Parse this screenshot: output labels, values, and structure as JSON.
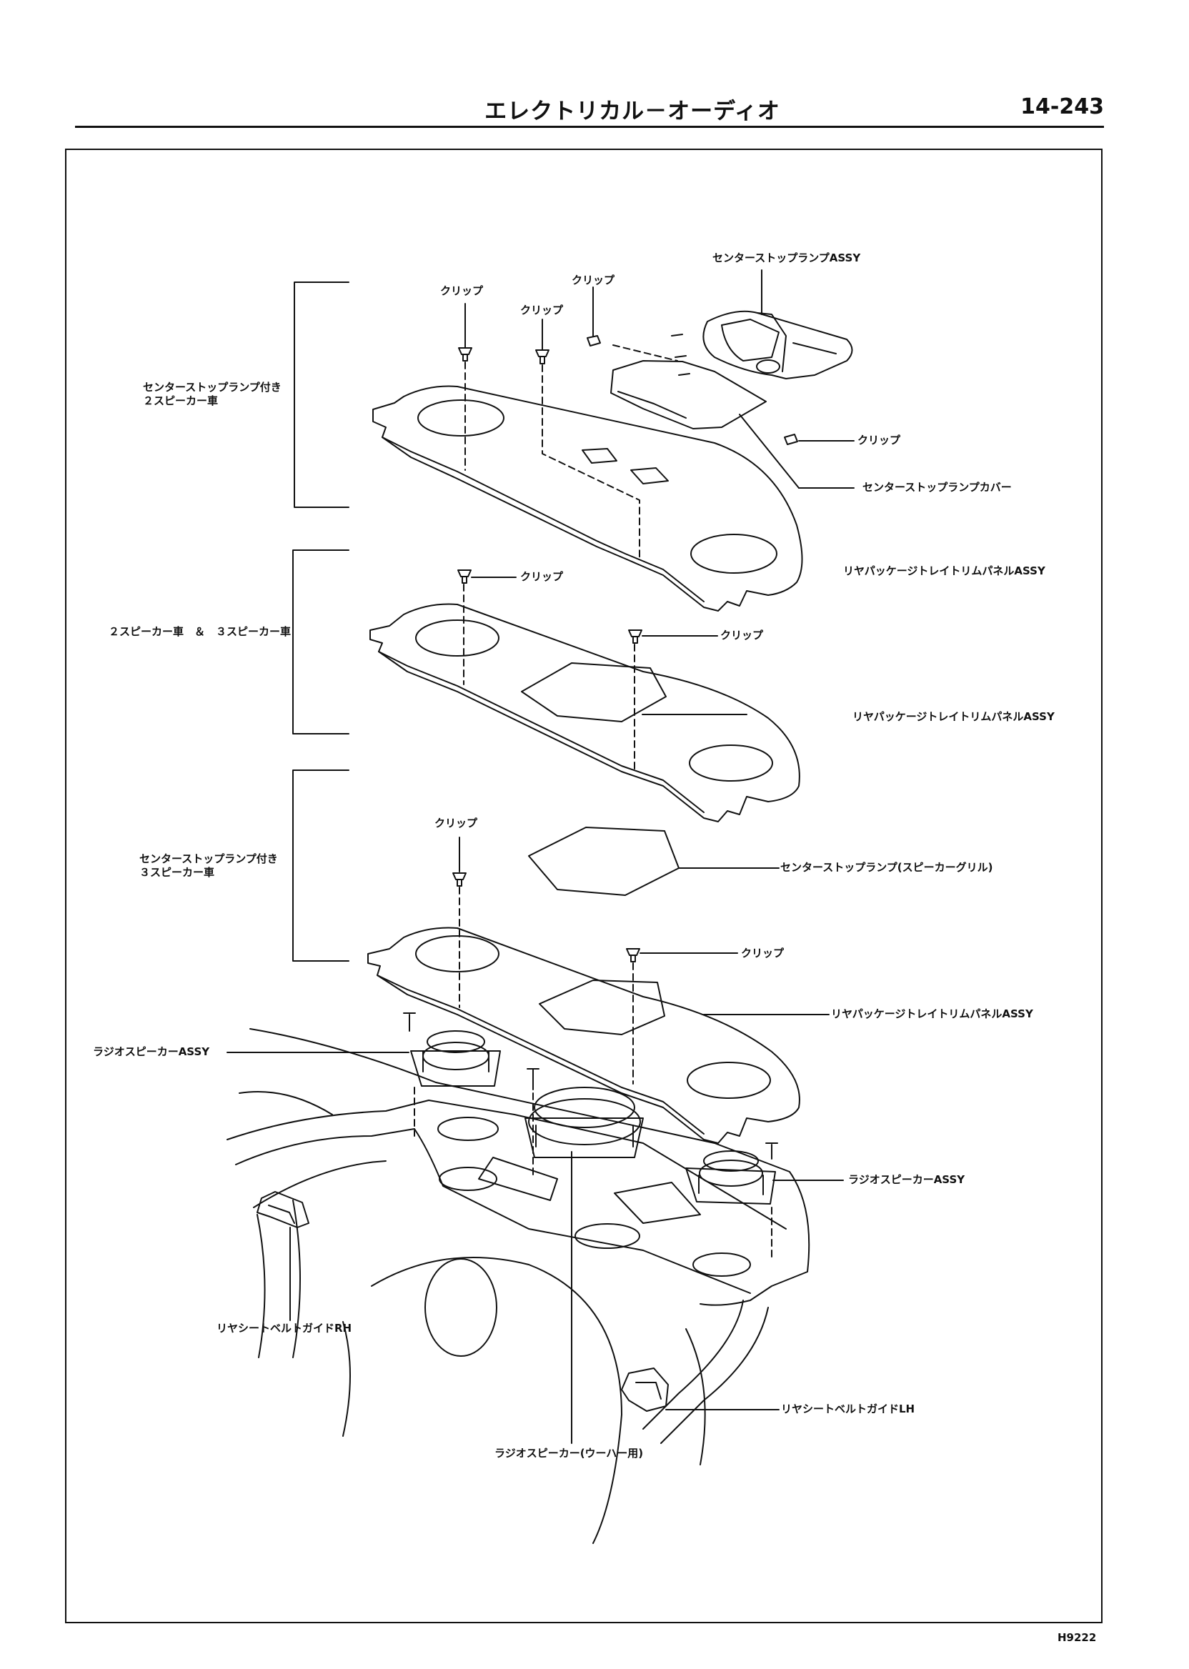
{
  "header": {
    "section_title": "エレクトリカル－オーディオ",
    "page_number": "14-243"
  },
  "figure_code": "H9222",
  "groups": {
    "g1": "センターストップランプ付き\n２スピーカー車",
    "g2": "２スピーカー車　＆　３スピーカー車",
    "g3": "センターストップランプ付き\n３スピーカー車"
  },
  "labels": {
    "clip": "クリップ",
    "center_stop_lamp_assy": "センターストップランプASSY",
    "center_stop_lamp_cover": "センターストップランプカバー",
    "rear_package_tray_trim_panel": "リヤパッケージトレイトリムパネルASSY",
    "center_stop_lamp_speaker_grille": "センターストップランプ(スピーカーグリル)",
    "radio_speaker_assy": "ラジオスピーカーASSY",
    "radio_speaker_woofer": "ラジオスピーカー(ウーハー用)",
    "rear_seat_belt_guide_rh": "リヤシートベルトガイドRH",
    "rear_seat_belt_guide_lh": "リヤシートベルトガイドLH"
  }
}
